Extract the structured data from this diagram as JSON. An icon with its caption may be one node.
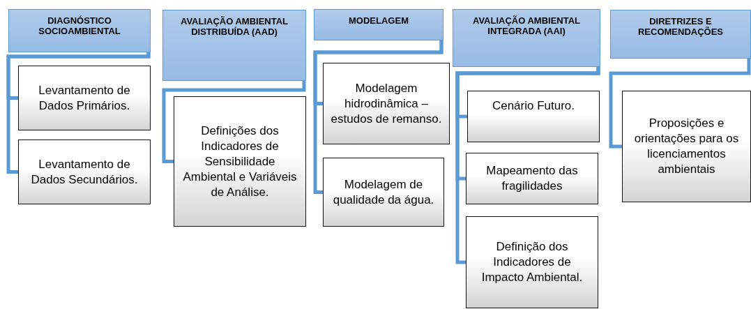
{
  "diagram": {
    "nodes": [
      {
        "text": [
          "DIAGNÓSTICO SOCIOAMBIENTAL"
        ]
      },
      {
        "text": [
          "Levantamento de Dados Primários."
        ]
      },
      {
        "text": [
          "Levantamento de Dados Secundários."
        ]
      },
      {
        "text": [
          "AVALIAÇÃO AMBIENTAL DISTRIBUÍDA (AAD)"
        ]
      },
      {
        "text": [
          "Definições dos Indicadores de Sensibilidade Ambiental e Variáveis de Análise."
        ]
      },
      {
        "text": [
          "MODELAGEM"
        ]
      },
      {
        "text": [
          "Modelagem hidrodinâmica – estudos de remanso."
        ]
      },
      {
        "text": [
          "Modelagem de qualidade da água."
        ]
      },
      {
        "text": [
          "AVALIAÇÃO AMBIENTAL INTEGRADA (AAI)"
        ]
      },
      {
        "text": [
          "Cenário Futuro."
        ]
      },
      {
        "text": [
          "Mapeamento das fragilidades"
        ]
      },
      {
        "text": [
          "Definição dos Indicadores de Impacto Ambiental."
        ]
      },
      {
        "text": [
          "DIRETRIZES E RECOMENDAÇÕES"
        ]
      },
      {
        "text": [
          "Proposições e orientações para os licenciamentos ambientais"
        ]
      }
    ],
    "edges": [
      {
        "from": 0,
        "to": 1,
        "arrow": "none"
      },
      {
        "from": 0,
        "to": 2,
        "arrow": "none"
      },
      {
        "from": 3,
        "to": 4,
        "arrow": "none"
      },
      {
        "from": 5,
        "to": 6,
        "arrow": "none"
      },
      {
        "from": 5,
        "to": 7,
        "arrow": "none"
      },
      {
        "from": 8,
        "to": 9,
        "arrow": "none"
      },
      {
        "from": 8,
        "to": 10,
        "arrow": "none"
      },
      {
        "from": 8,
        "to": 11,
        "arrow": "none"
      },
      {
        "from": 12,
        "to": 13,
        "arrow": "none"
      }
    ]
  }
}
